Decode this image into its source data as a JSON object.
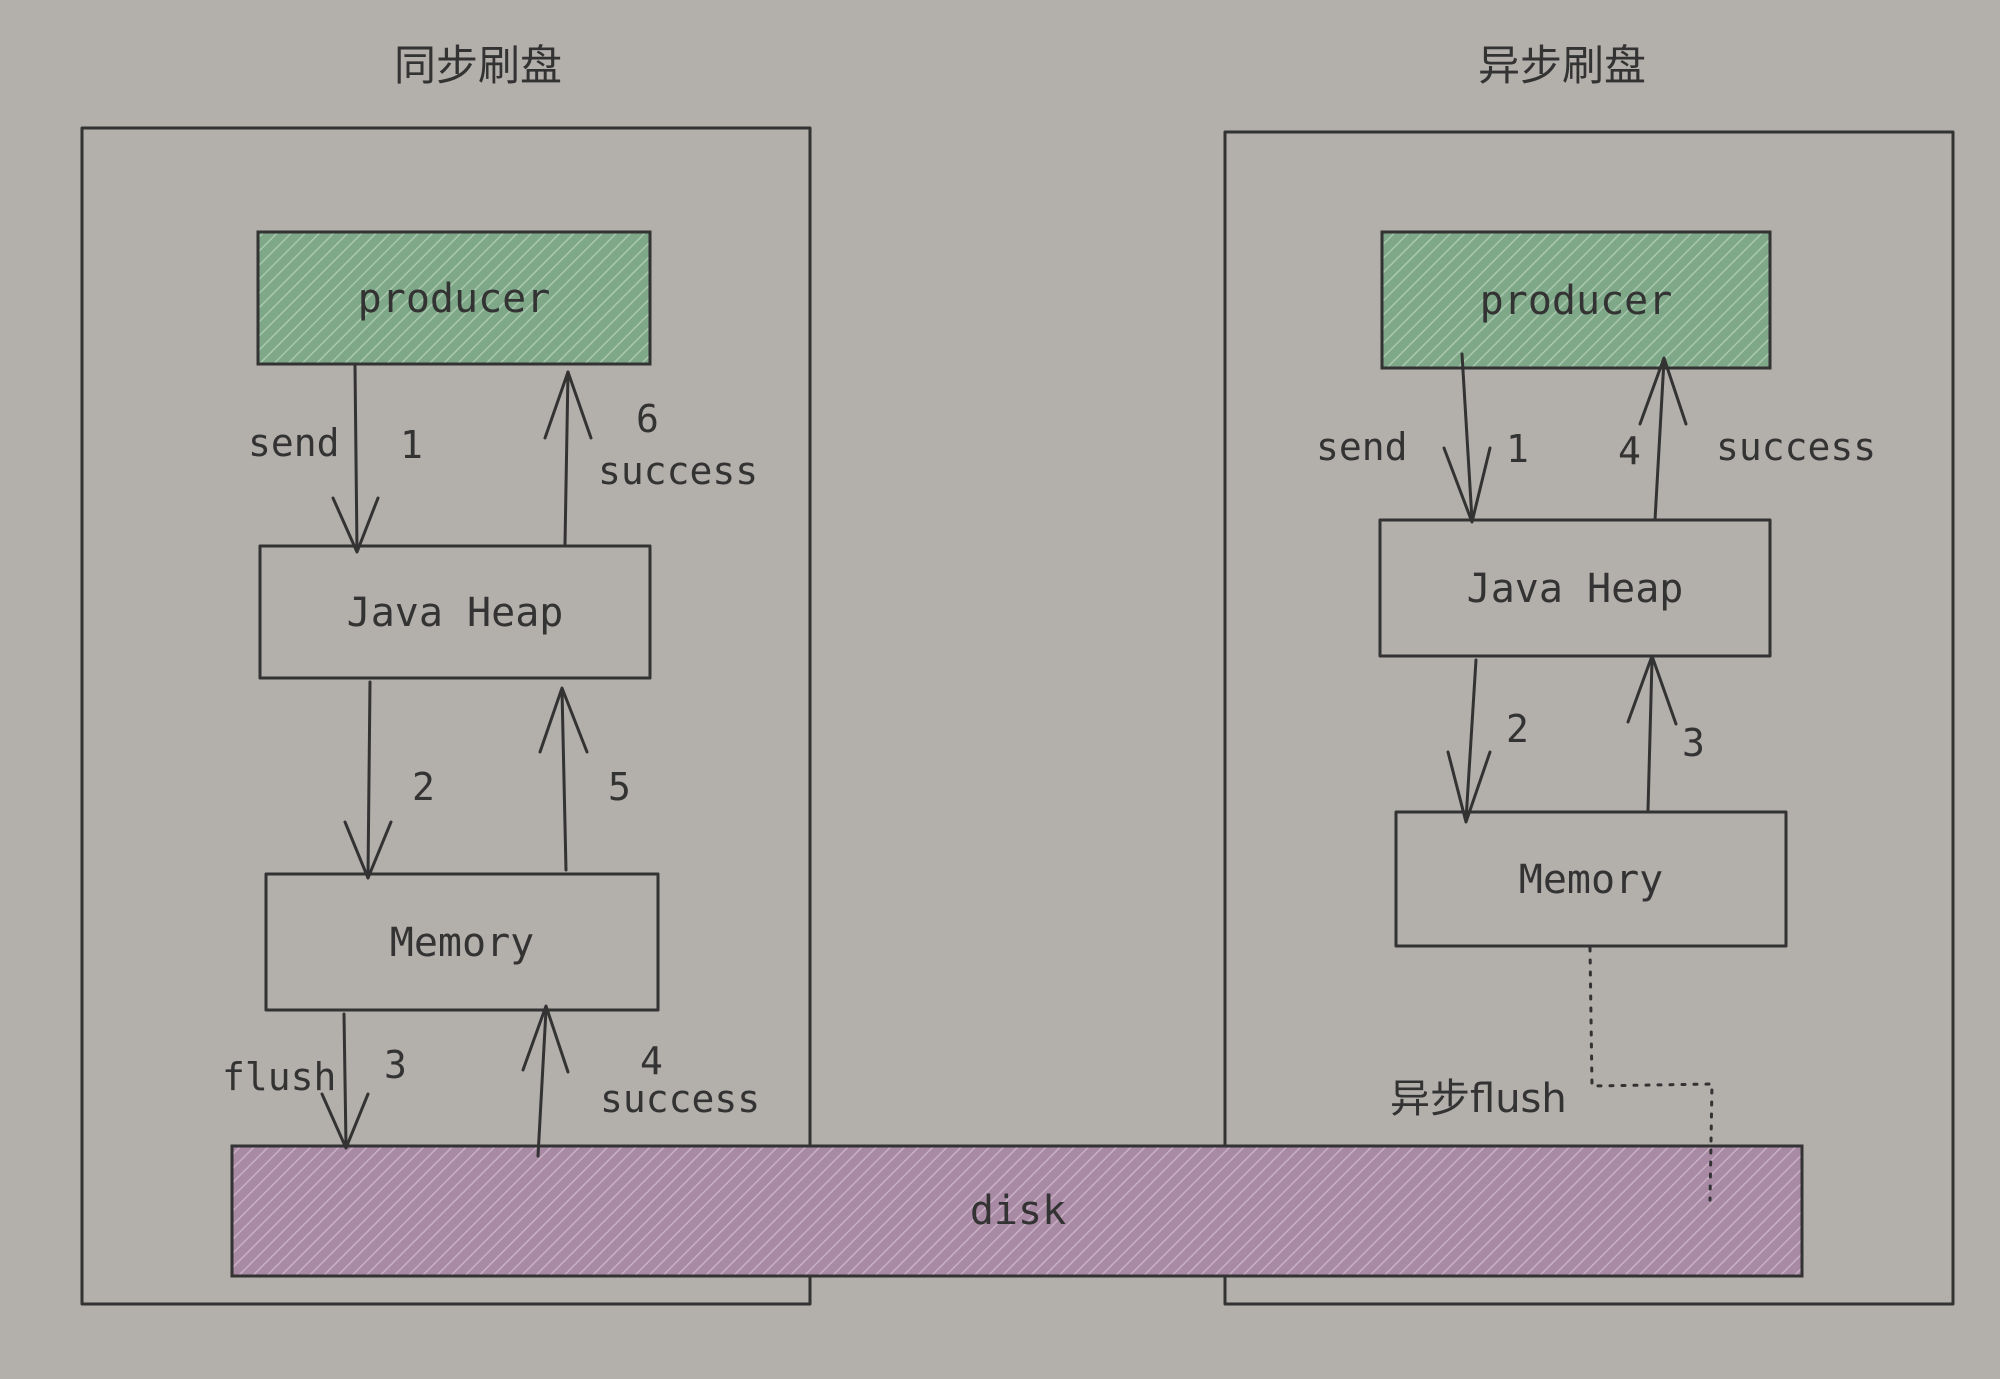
{
  "sync": {
    "title": "同步刷盘",
    "producer": "producer",
    "java_heap": "Java Heap",
    "memory": "Memory",
    "send_label": "send",
    "step1": "1",
    "step2": "2",
    "step3": "3",
    "step4": "4",
    "step5": "5",
    "step6": "6",
    "success_top": "success",
    "success_bottom": "success",
    "flush_label": "flush"
  },
  "async": {
    "title": "异步刷盘",
    "producer": "producer",
    "java_heap": "Java Heap",
    "memory": "Memory",
    "send_label": "send",
    "step1": "1",
    "step2": "2",
    "step3": "3",
    "step4": "4",
    "success_label": "success",
    "async_flush_label": "异步flush"
  },
  "disk": {
    "label": "disk"
  },
  "colors": {
    "background": "#b3afab",
    "producer_fill": "#7fa889",
    "disk_fill": "#a98aa5",
    "stroke": "#333333"
  }
}
